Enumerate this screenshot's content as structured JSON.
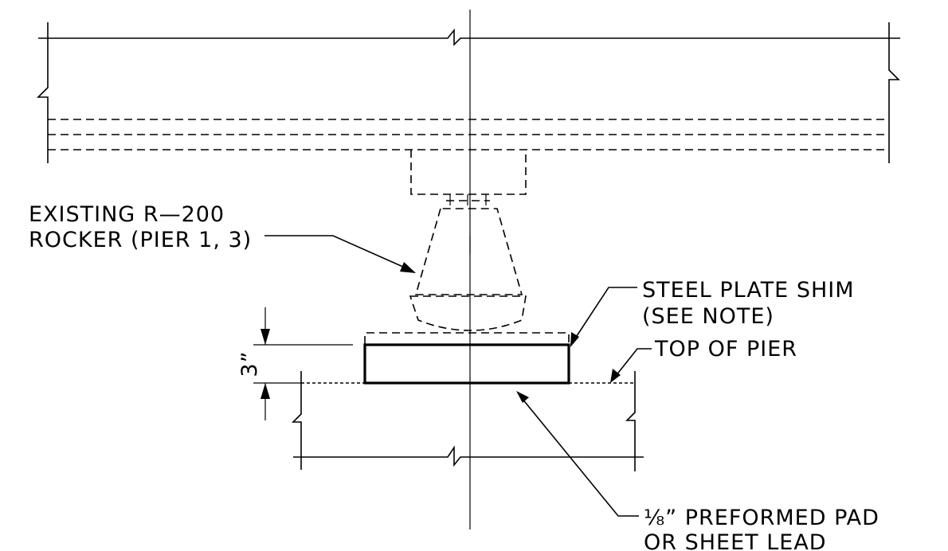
{
  "labels": {
    "rocker_line1": "EXISTING R—200",
    "rocker_line2": "ROCKER (PIER 1, 3)",
    "shim_line1": "STEEL PLATE SHIM",
    "shim_line2": "(SEE NOTE)",
    "top_of_pier": "TOP OF PIER",
    "pad_line1": "⅛” PREFORMED PAD",
    "pad_line2": "OR SHEET LEAD",
    "dimension": "3”"
  }
}
